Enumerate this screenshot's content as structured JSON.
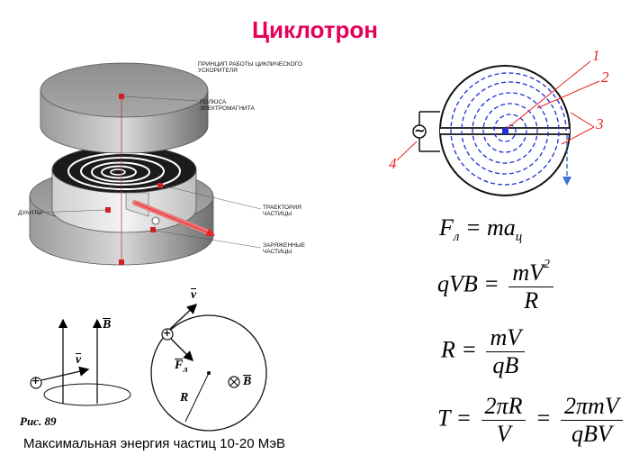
{
  "title": "Циклотрон",
  "device_labels": {
    "principle": "ПРИНЦИП РАБОТЫ ЦИКЛИЧЕСКОГО УСКОРИТЕЛЯ",
    "poles": "ПОЛЮСА ЭЛЕКТРОМАГНИТА",
    "trajectory": "ТРАЕКТОРИЯ ЧАСТИЦЫ",
    "duants": "ДУАНТЫ",
    "charged": "ЗАРЯЖЕННЫЕ ЧАСТИЦЫ"
  },
  "scheme_numbers": [
    "1",
    "2",
    "3",
    "4"
  ],
  "scheme_symbols": {
    "ac": "~"
  },
  "figure": {
    "caption": "Рис. 89",
    "v": "v",
    "B": "B",
    "F": "F",
    "F_sub": "л",
    "R": "R",
    "plus": "+"
  },
  "formulas": {
    "f1_lhs": "F",
    "f1_lhs_sub": "л",
    "f1_rhs": "= ma",
    "f1_rhs_sub": "ц",
    "f2_lhs": "qVB =",
    "f2_num": "mV",
    "f2_num_sup": "2",
    "f2_den": "R",
    "f3_lhs": "R =",
    "f3_num": "mV",
    "f3_den": "qB",
    "f4_lhs": "T =",
    "f4_num1": "2πR",
    "f4_den1": "V",
    "f4_eq": "=",
    "f4_num2": "2πmV",
    "f4_den2": "qBV"
  },
  "bottom_caption": "Максимальная энергия частиц 10-20 МэВ",
  "colors": {
    "title": "#e5005a",
    "accent_red": "#e22222",
    "blue": "#1b2fd6",
    "dashed_blue": "#3f6fd9"
  }
}
